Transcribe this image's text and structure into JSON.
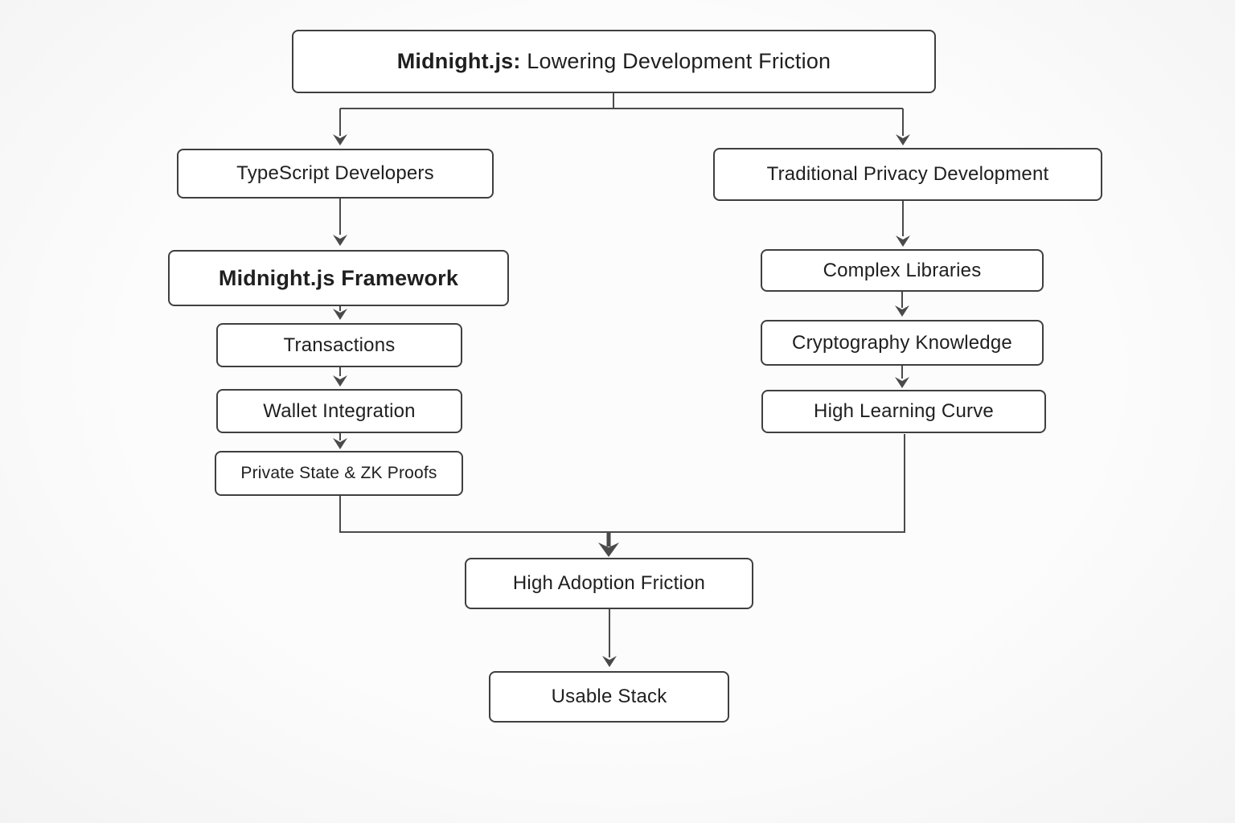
{
  "diagram": {
    "title": {
      "bold": "Midnight.js:",
      "rest": " Lowering Development Friction"
    },
    "left_branch": {
      "root": "TypeScript Developers",
      "framework": "Midnight.js Framework",
      "steps": [
        "Transactions",
        "Wallet Integration",
        "Private State & ZK Proofs"
      ]
    },
    "right_branch": {
      "root": "Traditional Privacy Development",
      "steps": [
        "Complex Libraries",
        "Cryptography Knowledge",
        "High Learning Curve"
      ]
    },
    "merge": {
      "outcome": "High Adoption Friction",
      "result": "Usable Stack"
    },
    "colors": {
      "background": "#f7f7f7",
      "box_background": "#ffffff",
      "box_border": "#3f3f3f",
      "text": "#1f1f1f",
      "connector": "#4a4a4a"
    }
  }
}
